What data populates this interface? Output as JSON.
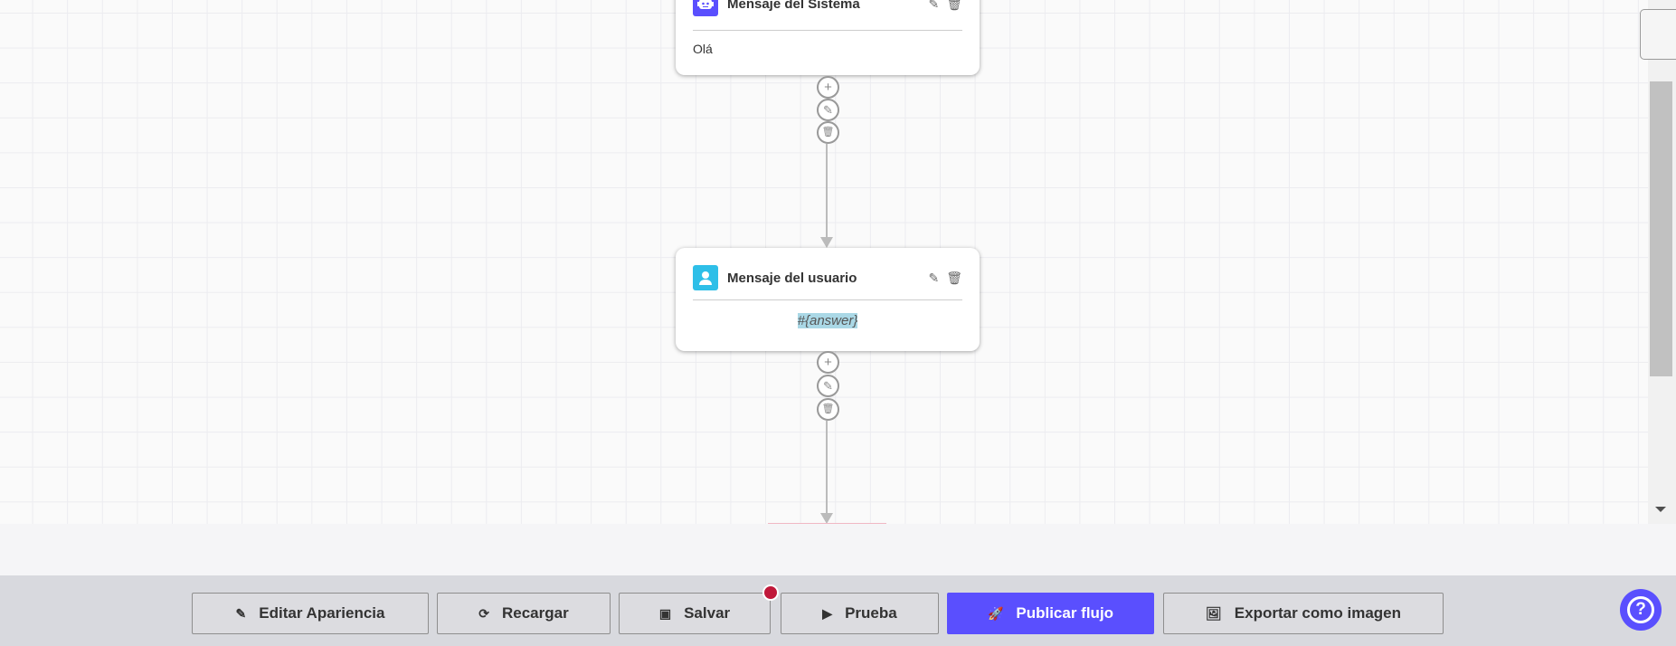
{
  "nodes": [
    {
      "type": "system",
      "title": "Mensaje del Sistema",
      "content": "Olá",
      "icon": "robot-icon",
      "icon_color": "#5a4ffe"
    },
    {
      "type": "user",
      "title": "Mensaje del usuario",
      "content": "#{answer}",
      "icon": "user-icon",
      "icon_color": "#2ebfe8"
    }
  ],
  "connector_controls": {
    "add": "+",
    "edit": "✎",
    "delete": "🗑"
  },
  "toolbar": {
    "edit_appearance": "Editar Apariencia",
    "reload": "Recargar",
    "save": "Salvar",
    "test": "Prueba",
    "publish": "Publicar flujo",
    "export": "Exportar como imagen",
    "help": "?"
  },
  "colors": {
    "accent": "#5a4ffe",
    "unsaved_dot": "#c0183a"
  }
}
